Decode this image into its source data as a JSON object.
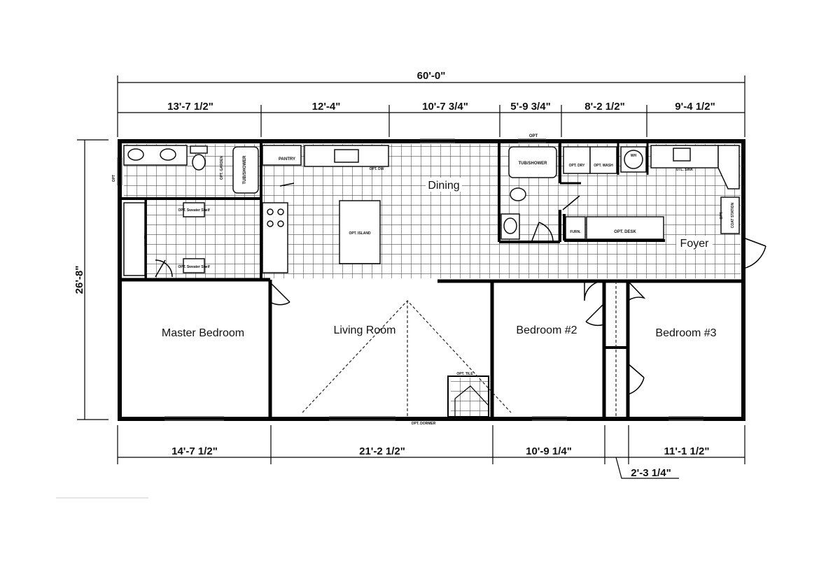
{
  "dimensions": {
    "overall_width": "60'-0\"",
    "overall_depth": "26'-8\"",
    "top_segments": [
      "13'-7 1/2\"",
      "12'-4\"",
      "10'-7 3/4\"",
      "5'-9 3/4\"",
      "8'-2 1/2\"",
      "9'-4 1/2\""
    ],
    "bottom_segments": [
      "14'-7 1/2\"",
      "21'-2 1/2\"",
      "10'-9 1/4\"",
      "11'-1 1/2\""
    ],
    "hall_width": "2'-3 1/4\""
  },
  "rooms": {
    "dining": "Dining",
    "foyer": "Foyer",
    "master_bedroom": "Master Bedroom",
    "living_room": "Living Room",
    "bedroom_2": "Bedroom #2",
    "bedroom_3": "Bedroom #3"
  },
  "labels": {
    "opt_top": "OPT",
    "tub_shower_1": "TUB/SHOWER",
    "tub_shower_2": "TUB/SHOWER",
    "opt_garden": "OPT. GARDEN",
    "pantry": "PANTRY",
    "opt_dw": "OPT. DW",
    "opt_left": "OPT",
    "vanity": "VANITY",
    "sweater_shelf_1": "OPT. Sweater Shelf",
    "sweater_shelf_2": "OPT. Sweater Shelf",
    "opt_island": "OPT. ISLAND",
    "opt_dry": "OPT. DRY",
    "opt_wash": "OPT. WASH",
    "wh": "WH",
    "util_sink": "UTL. SINK",
    "furn": "FURN.",
    "opt_desk": "OPT. DESK",
    "opt_coat": "OPT.",
    "coat_station": "COAT STATION",
    "opt_tile": "OPT. TILE",
    "opt_dormer": "OPT. DORMER"
  }
}
